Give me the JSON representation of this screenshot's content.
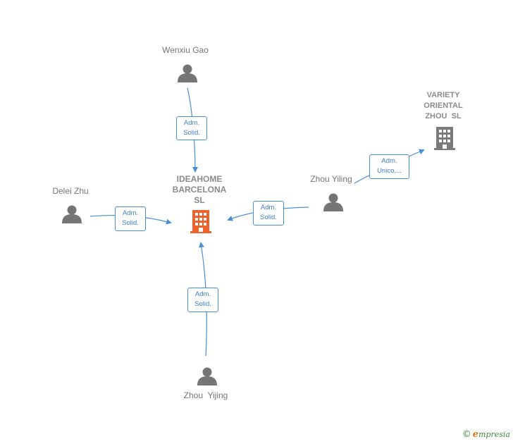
{
  "nodes": {
    "wenxiu_gao": {
      "name": "Wenxiu Gao"
    },
    "delei_zhu": {
      "name": "Delei Zhu"
    },
    "zhou_yiling": {
      "name": "Zhou Yiling"
    },
    "zhou_yijing": {
      "name": "Zhou  Yijing"
    },
    "ideahome": {
      "name": "IDEAHOME\nBARCELONA\nSL"
    },
    "variety": {
      "name": "VARIETY\nORIENTAL\nZHOU  SL"
    }
  },
  "edges": {
    "wenxiu": {
      "line1": "Adm.",
      "line2": "Solid."
    },
    "delei": {
      "line1": "Adm.",
      "line2": "Solid."
    },
    "yiling_ideahome": {
      "line1": "Adm.",
      "line2": "Solid."
    },
    "yijing": {
      "line1": "Adm.",
      "line2": "Solid."
    },
    "yiling_variety": {
      "line1": "Adm.",
      "line2": "Unico,..."
    }
  },
  "colors": {
    "edge": "#4a8fd4",
    "person": "#757575",
    "main_company": "#f0612b",
    "other_company": "#7a7a7a"
  },
  "brand": {
    "copyright": "©",
    "initial": "e",
    "rest": "mpresia"
  }
}
